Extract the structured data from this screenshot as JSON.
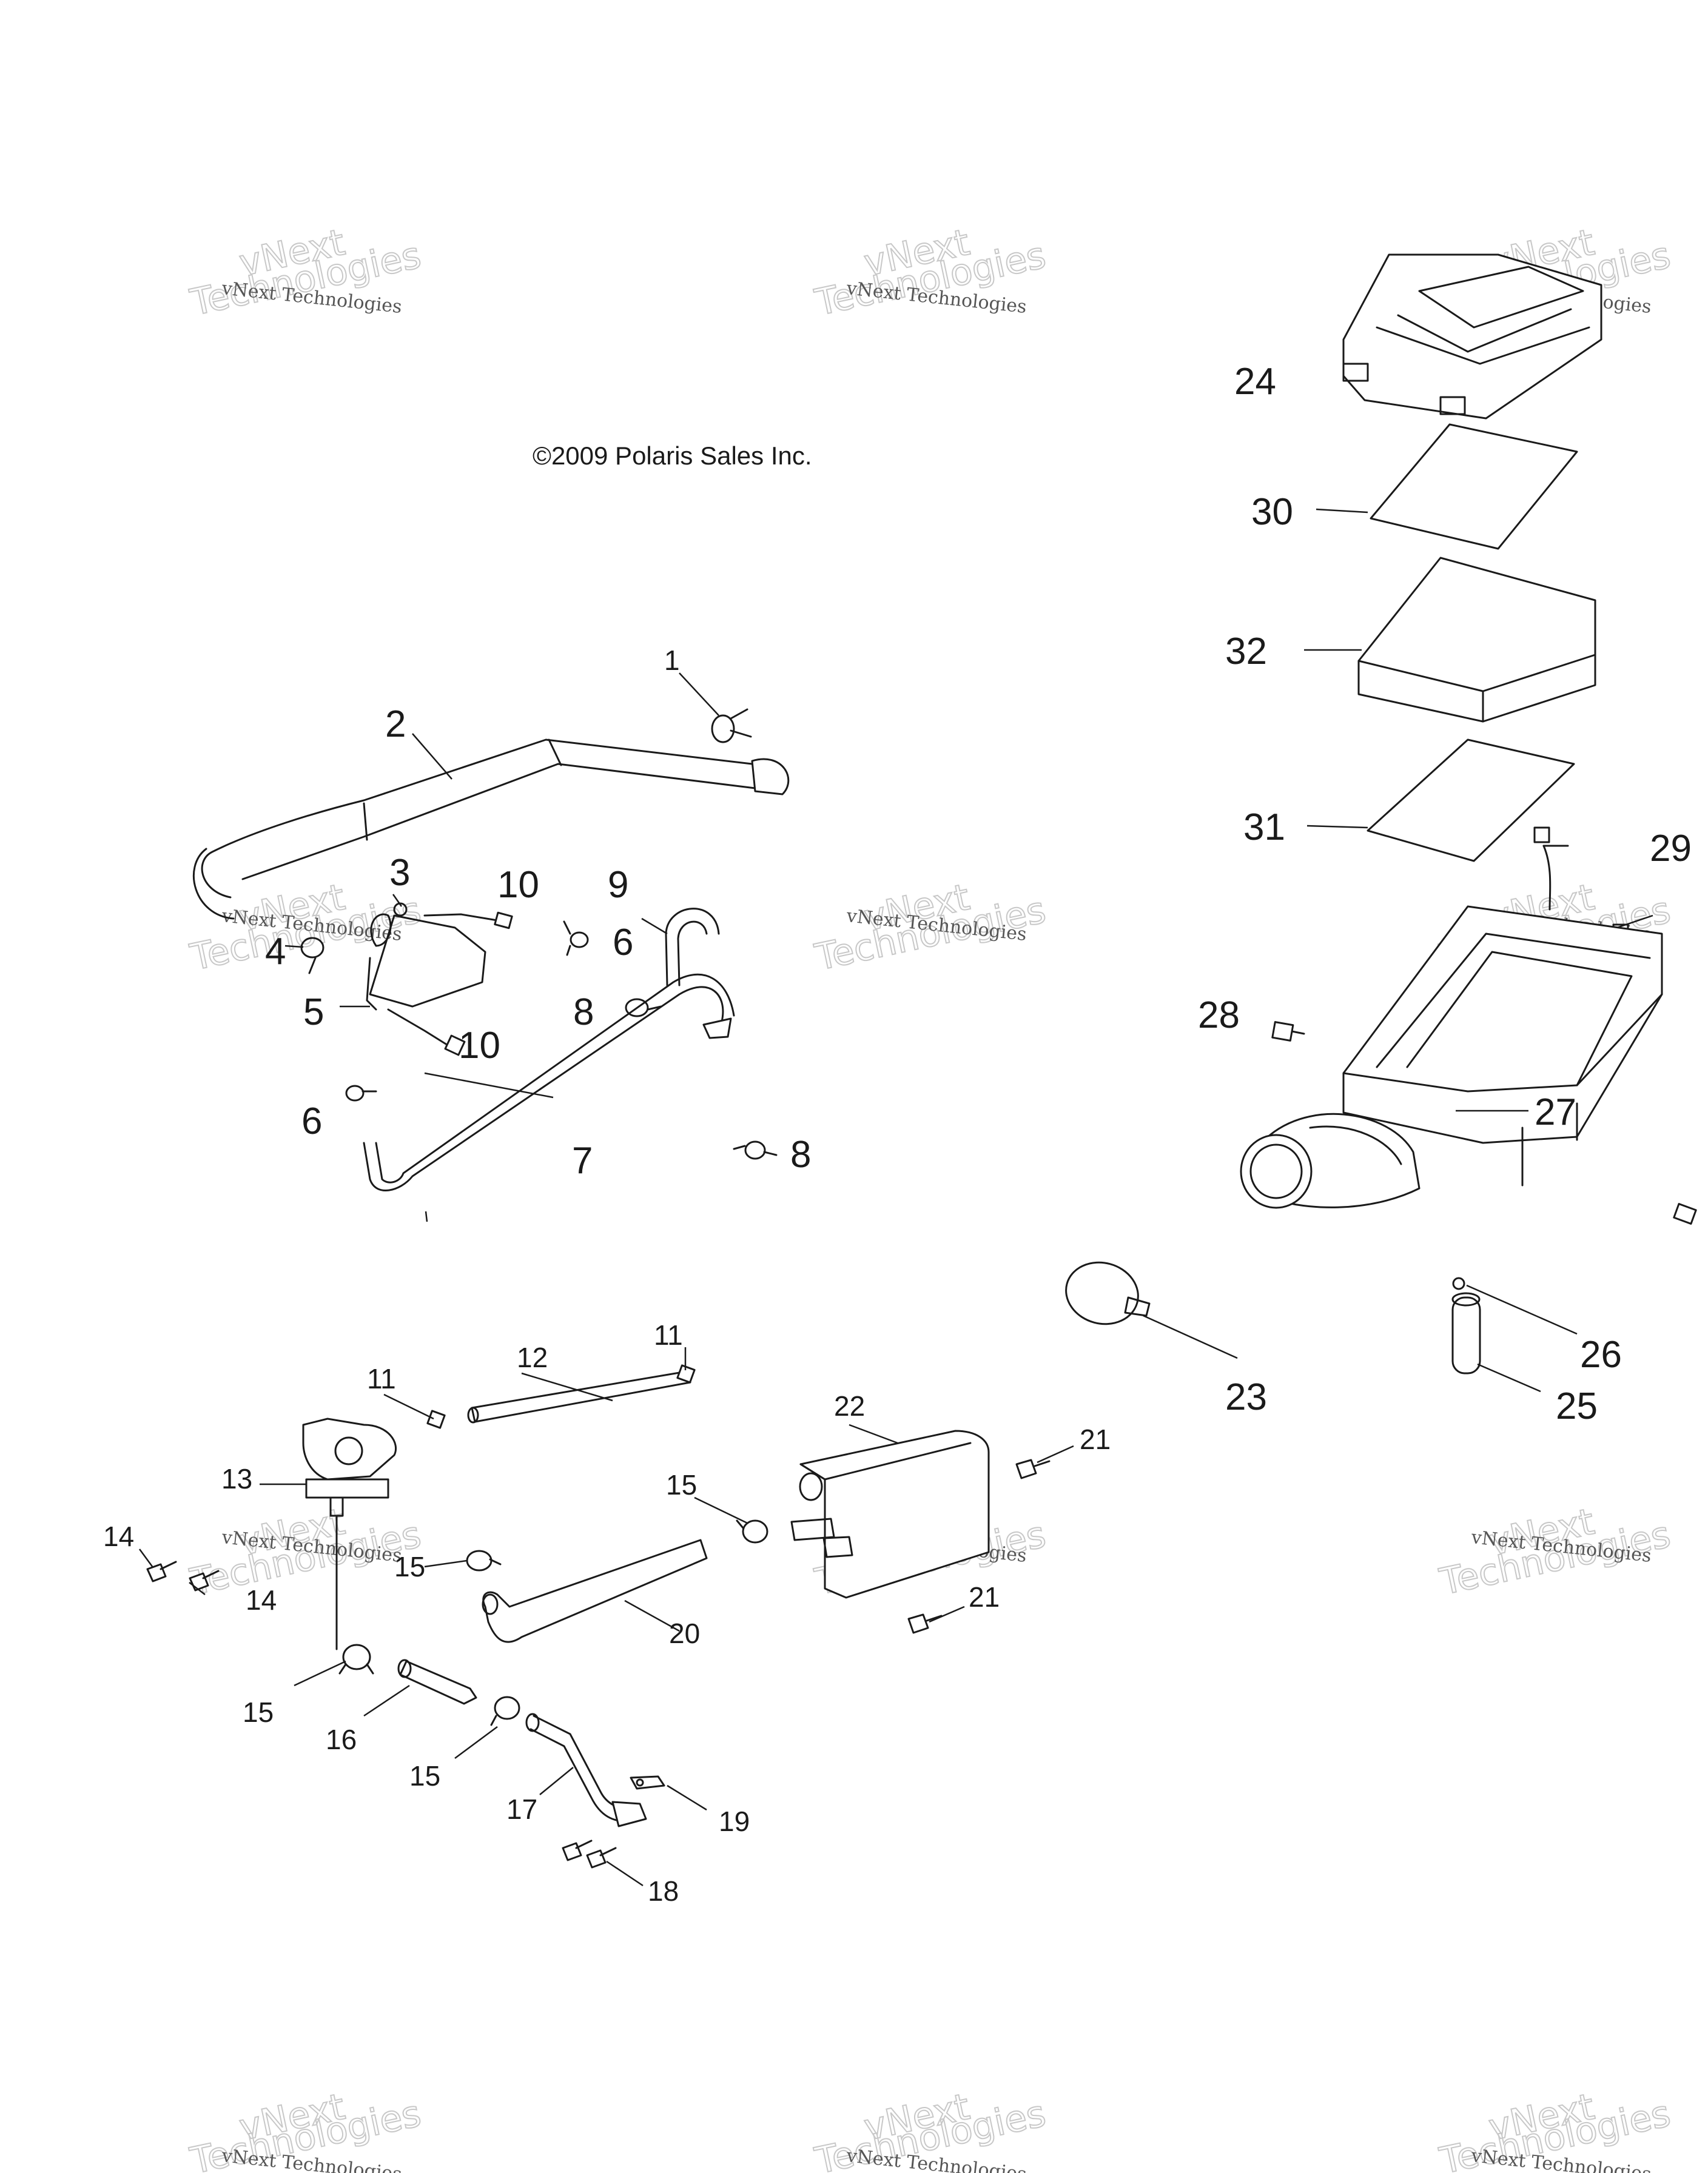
{
  "copyright": "©2009 Polaris Sales Inc.",
  "watermark": {
    "line1": "vNext Technologies",
    "line2a": "vNext",
    "line2b": "Technologies"
  },
  "callouts": {
    "c1": "1",
    "c2": "2",
    "c3": "3",
    "c4": "4",
    "c5": "5",
    "c6a": "6",
    "c6b": "6",
    "c7": "7",
    "c8a": "8",
    "c8b": "8",
    "c9": "9",
    "c10a": "10",
    "c10b": "10",
    "c11a": "11",
    "c11b": "11",
    "c12": "12",
    "c13": "13",
    "c14a": "14",
    "c14b": "14",
    "c15a": "15",
    "c15b": "15",
    "c15c": "15",
    "c15d": "15",
    "c16": "16",
    "c17": "17",
    "c18": "18",
    "c19": "19",
    "c20": "20",
    "c21a": "21",
    "c21b": "21",
    "c22": "22",
    "c23": "23",
    "c24": "24",
    "c25": "25",
    "c26": "26",
    "c27": "27",
    "c28": "28",
    "c29": "29",
    "c30": "30",
    "c31": "31",
    "c32": "32"
  },
  "colors": {
    "ink": "#1a1a1a",
    "watermark": "#555555"
  }
}
